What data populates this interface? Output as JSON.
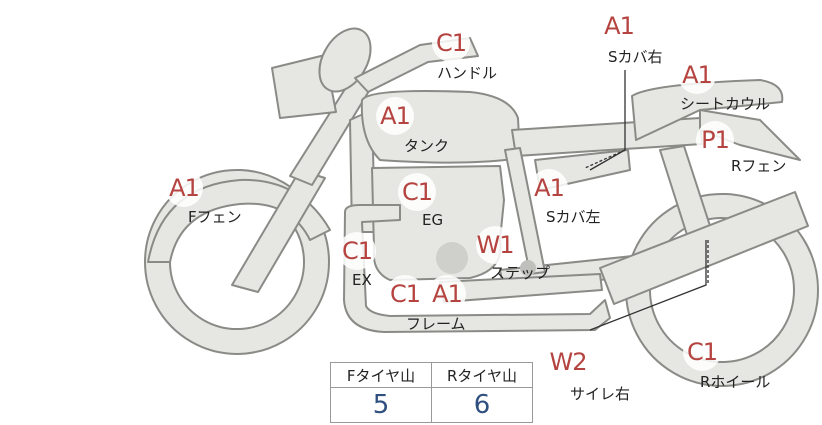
{
  "parts": [
    {
      "id": "handle",
      "code": "C1",
      "name": "ハンドル"
    },
    {
      "id": "s-cover-right",
      "code": "A1",
      "name": "Sカバ右"
    },
    {
      "id": "seat-cowl",
      "code": "A1",
      "name": "シートカウル"
    },
    {
      "id": "tank",
      "code": "A1",
      "name": "タンク"
    },
    {
      "id": "r-fender",
      "code": "P1",
      "name": "Rフェン"
    },
    {
      "id": "f-fender",
      "code": "A1",
      "name": "Fフェン"
    },
    {
      "id": "engine",
      "code": "C1",
      "name": "EG"
    },
    {
      "id": "s-cover-left",
      "code": "A1",
      "name": "Sカバ左"
    },
    {
      "id": "exhaust",
      "code": "C1",
      "name": "EX"
    },
    {
      "id": "step",
      "code": "W1",
      "name": "ステップ"
    },
    {
      "id": "frame",
      "codes": [
        "C1",
        "A1"
      ],
      "name": "フレーム"
    },
    {
      "id": "silencer-right",
      "code": "W2",
      "name": "サイレ右"
    },
    {
      "id": "r-wheel",
      "code": "C1",
      "name": "Rホイール"
    }
  ],
  "tread_table": {
    "headers": [
      "Fタイヤ山",
      "Rタイヤ山"
    ],
    "values": [
      "5",
      "6"
    ]
  },
  "colors": {
    "code": "#b5433f",
    "tread_value": "#2f4f7f",
    "bike_fill": "#e6e6e3",
    "bike_stroke": "#8a8a86"
  }
}
